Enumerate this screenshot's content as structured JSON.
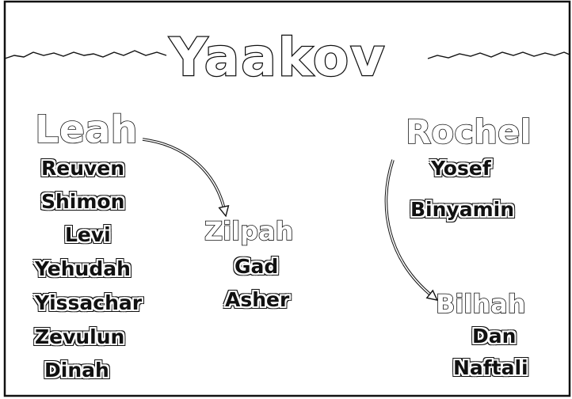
{
  "title": "Yaakov",
  "wives": {
    "leah": {
      "name": "Leah",
      "children": [
        "Reuven",
        "Shimon",
        "Levi",
        "Yehudah",
        "Yissachar",
        "Zevulun",
        "Dinah"
      ]
    },
    "zilpah": {
      "name": "Zilpah",
      "children": [
        "Gad",
        "Asher"
      ]
    },
    "rochel": {
      "name": "Rochel",
      "children": [
        "Yosef",
        "Binyamin"
      ]
    },
    "bilhah": {
      "name": "Bilhah",
      "children": [
        "Dan",
        "Naftali"
      ]
    }
  },
  "colors": {
    "ink": "#111111",
    "paper": "#ffffff"
  }
}
